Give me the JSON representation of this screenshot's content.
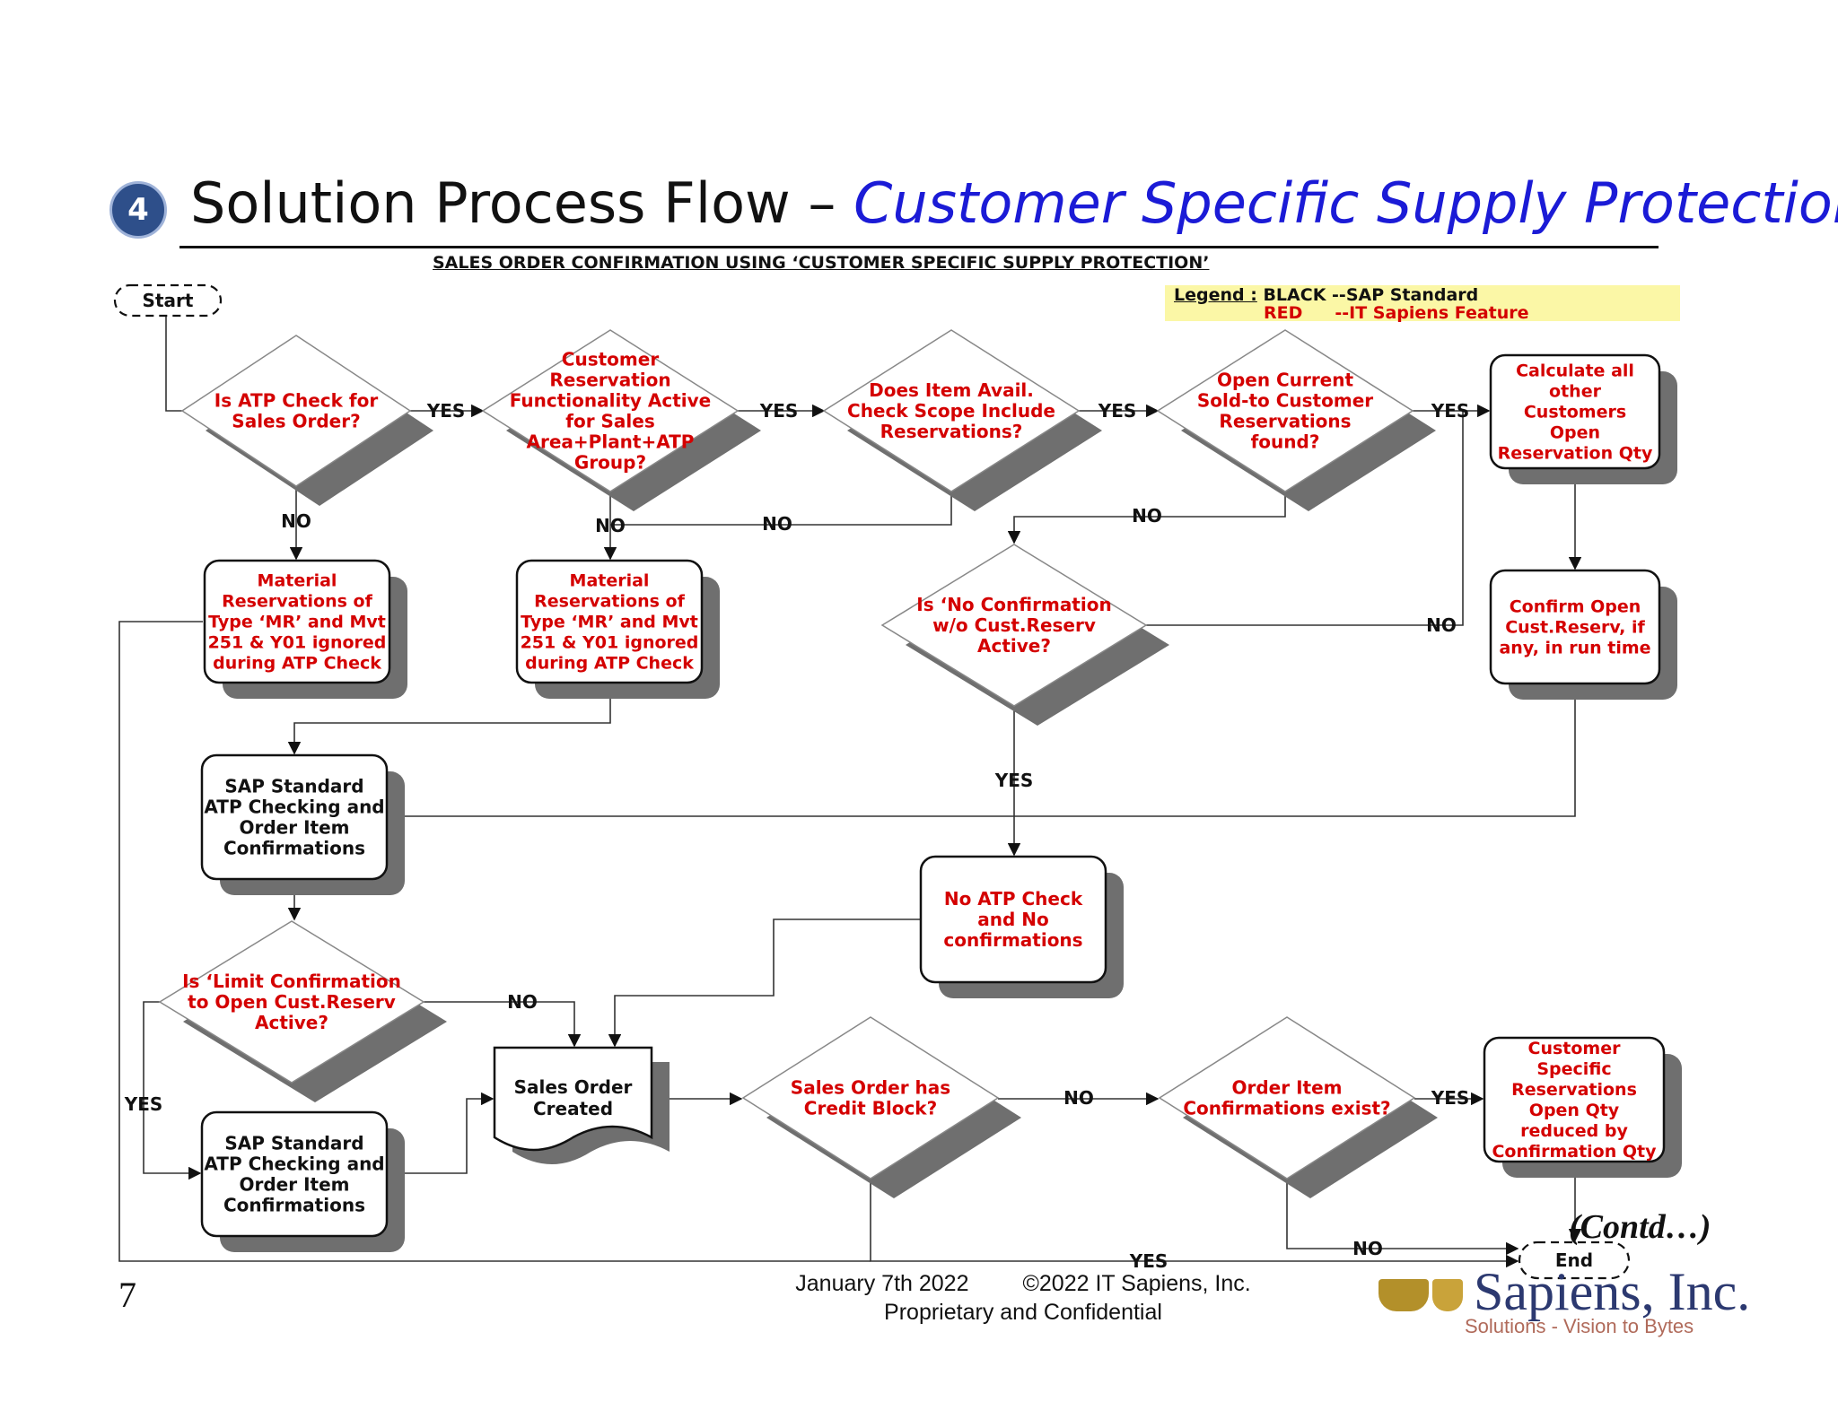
{
  "header": {
    "step_number": "4",
    "title": "Solution Process Flow – ",
    "subtitle": "Customer Specific Supply Protection",
    "diagram_title": "SALES ORDER CONFIRMATION USING ‘CUSTOMER SPECIFIC SUPPLY PROTECTION’"
  },
  "legend": {
    "label": "Legend :",
    "black_key": "BLACK",
    "black_desc": "--SAP Standard",
    "red_key": "RED",
    "red_desc": "--IT Sapiens Feature"
  },
  "colors": {
    "sap_standard": "#111111",
    "it_sapiens_feature": "#d40000",
    "shadow": "#6f6f6f",
    "title_accent": "#1b1bd6",
    "legend_bg": "#fbf7a6"
  },
  "nodes": {
    "start": [
      "Start"
    ],
    "d_atp_check": [
      "Is ATP Check for",
      "Sales Order?"
    ],
    "d_cust_reserv": [
      "Customer",
      "Reservation",
      "Functionality Active",
      "for Sales",
      "Area+Plant+ATP",
      "Group?"
    ],
    "d_scope": [
      "Does Item Avail.",
      "Check Scope Include",
      "Reservations?"
    ],
    "d_open_reserv": [
      "Open Current",
      "Sold-to Customer",
      "Reservations",
      "found?"
    ],
    "p_calc_open": [
      "Calculate all",
      "other",
      "Customers",
      "Open",
      "Reservation Qty"
    ],
    "p_mat_res_1": [
      "Material",
      "Reservations of",
      "Type ‘MR’ and Mvt",
      "251 & Y01 ignored",
      "during ATP Check"
    ],
    "p_mat_res_2": [
      "Material",
      "Reservations of",
      "Type ‘MR’ and Mvt",
      "251 & Y01 ignored",
      "during ATP Check"
    ],
    "d_no_conf": [
      "Is ‘No Confirmation",
      "w/o Cust.Reserv",
      "Active?"
    ],
    "p_confirm_open": [
      "Confirm Open",
      "Cust.Reserv, if",
      "any, in run time"
    ],
    "p_sap_atp_1": [
      "SAP Standard",
      "ATP Checking and",
      "Order Item",
      "Confirmations"
    ],
    "p_no_atp": [
      "No ATP Check",
      "and No",
      "confirmations"
    ],
    "d_limit_conf": [
      "Is ‘Limit Confirmation",
      "to Open Cust.Reserv",
      "Active?"
    ],
    "doc_so_created": [
      "Sales Order",
      "Created"
    ],
    "d_credit_block": [
      "Sales Order has",
      "Credit Block?"
    ],
    "d_conf_exist": [
      "Order Item",
      "Confirmations exist?"
    ],
    "p_reduce": [
      "Customer",
      "Specific",
      "Reservations",
      "Open Qty",
      "reduced by",
      "Confirmation Qty"
    ],
    "p_sap_atp_2": [
      "SAP Standard",
      "ATP Checking and",
      "Order Item",
      "Confirmations"
    ],
    "end": [
      "End"
    ]
  },
  "edge_labels": {
    "yes": "YES",
    "no": "NO"
  },
  "footer": {
    "page_number": "7",
    "date": "January 7th 2022",
    "copyright": "©2022 IT Sapiens, Inc.",
    "confidential": "Proprietary and Confidential",
    "contd": "(Contd…)",
    "logo_text": "Sapiens, Inc.",
    "logo_tagline": "Solutions - Vision to Bytes"
  }
}
